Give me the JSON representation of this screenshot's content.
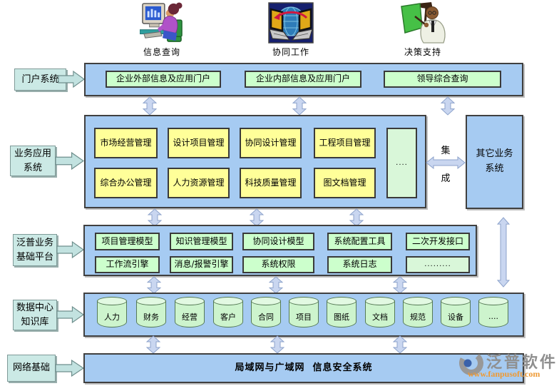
{
  "top_icons": [
    {
      "label": "信息查询"
    },
    {
      "label": "协同工作"
    },
    {
      "label": "决策支持"
    }
  ],
  "side_labels": {
    "portal": "门户系统",
    "business": "业务应用\n系统",
    "platform": "泛普业务\n基础平台",
    "datacenter": "数据中心\n知识库",
    "network": "网络基础"
  },
  "portal_row": {
    "items": [
      "企业外部信息及应用门户",
      "企业内部信息及应用门户",
      "领导综合查询"
    ]
  },
  "business_row": {
    "row1": [
      "市场经营管理",
      "设计项目管理",
      "协同设计管理",
      "工程项目管理"
    ],
    "row2": [
      "综合办公管理",
      "人力资源管理",
      "科技质量管理",
      "图文档管理"
    ],
    "more": "....",
    "integration_top": "集",
    "integration_bottom": "成",
    "other_system": "其它业务\n系统"
  },
  "platform_row": {
    "row1": [
      "项目管理模型",
      "知识管理模型",
      "协同设计模型",
      "系统配置工具",
      "二次开发接口"
    ],
    "row2": [
      "工作流引擎",
      "消息/报警引擎",
      "系统权限",
      "系统日志",
      "........."
    ]
  },
  "datacenter_row": {
    "databases": [
      "人力",
      "财务",
      "经营",
      "客户",
      "合同",
      "项目",
      "图纸",
      "文档",
      "规范",
      "设备",
      "...."
    ]
  },
  "network_row": {
    "label": "局域网与广域网  信息安全系统"
  },
  "watermark": {
    "brand": "泛普软件",
    "url": "www.fanpusoft.com"
  },
  "colors": {
    "panel_blue": "#a6cbf2",
    "box_yellow": "#ffff99",
    "box_green": "#ccffcc",
    "label_teal": "#cbe9e5",
    "arrow_blue": "#c9d6f0",
    "border_dark": "#404040",
    "watermark_gray": "#8f8f8f",
    "watermark_orange": "#ee9933"
  }
}
